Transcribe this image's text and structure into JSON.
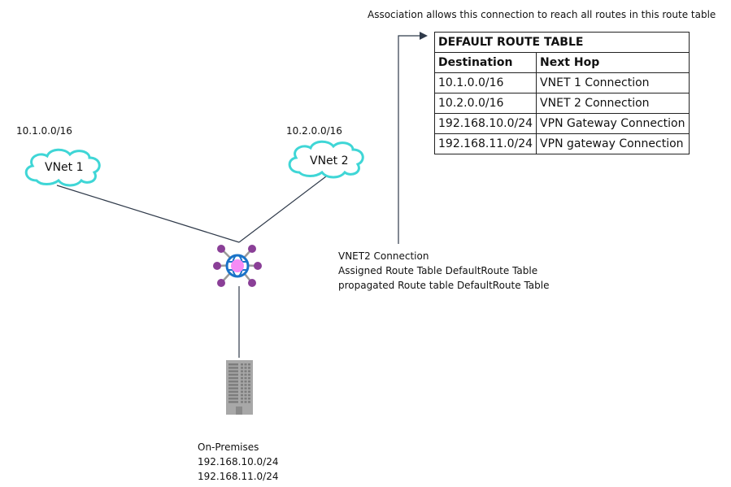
{
  "annotation_top": "Association allows this connection to reach all routes in this route table",
  "vnet1": {
    "label": "VNet 1",
    "cidr": "10.1.0.0/16"
  },
  "vnet2": {
    "label": "VNet 2",
    "cidr": "10.2.0.0/16"
  },
  "connection_info": [
    "VNET2 Connection",
    "Assigned Route Table DefaultRoute Table",
    "propagated Route table DefaultRoute Table"
  ],
  "onprem": [
    "On-Premises",
    "192.168.10.0/24",
    "192.168.11.0/24"
  ],
  "route_table": {
    "title": "DEFAULT ROUTE TABLE",
    "headers": [
      "Destination",
      "Next Hop"
    ],
    "rows": [
      [
        "10.1.0.0/16",
        "VNET 1 Connection"
      ],
      [
        "10.2.0.0/16",
        "VNET 2 Connection"
      ],
      [
        "192.168.10.0/24",
        "VPN Gateway Connection"
      ],
      [
        "192.168.11.0/24",
        "VPN gateway Connection"
      ]
    ]
  },
  "colors": {
    "cloud": "#3fd6d6",
    "hub_node": "#8a3f97",
    "globe": "#1a73c8",
    "globe_fill": "#f58cf5",
    "line": "#2f3a4a"
  }
}
